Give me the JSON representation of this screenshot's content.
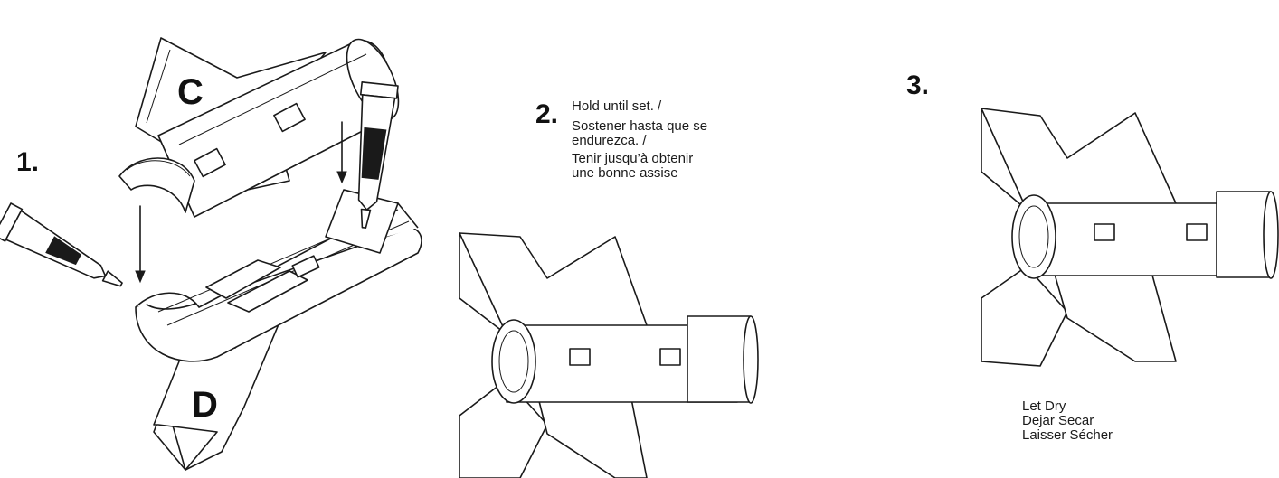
{
  "steps": [
    {
      "number": "1.",
      "parts": [
        "C",
        "D"
      ]
    },
    {
      "number": "2.",
      "lines": [
        "Hold until set. /",
        "Sostener hasta que se",
        "endurezca. /",
        "Tenir jusqu’à obtenir",
        "une bonne assise"
      ]
    },
    {
      "number": "3.",
      "lines": [
        "Let Dry",
        "Dejar Secar",
        "Laisser Sécher"
      ]
    }
  ],
  "icons": {
    "glue_tube": "glue-tube-icon",
    "arrow": "arrow-down-icon"
  },
  "colors": {
    "ink": "#1a1a1a",
    "paper": "#ffffff"
  }
}
